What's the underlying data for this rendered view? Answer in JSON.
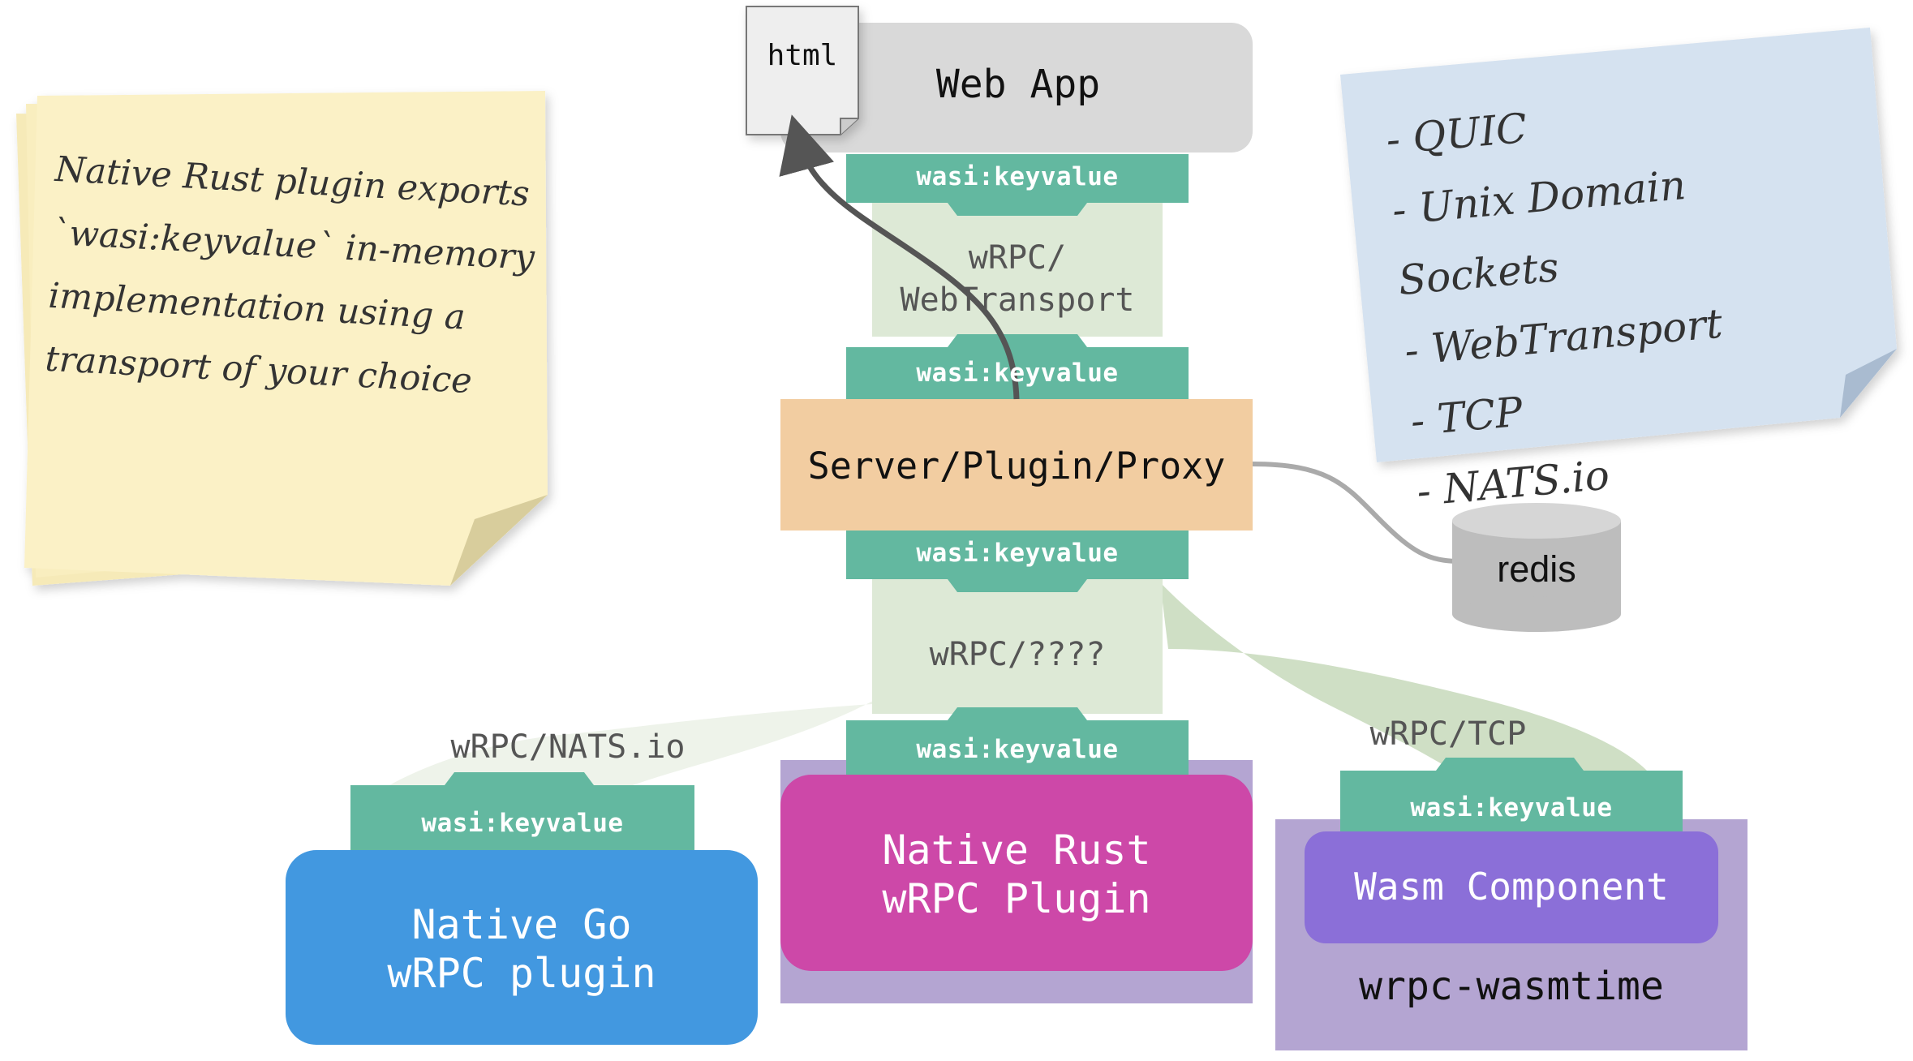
{
  "colors": {
    "teal": "#63b8a0",
    "transport": "#dde9d6",
    "webapp": "#d9d9d9",
    "server": "#f2cda1",
    "go": "#4298e0",
    "rust": "#cd48a8",
    "wasm": "#8b6fd8",
    "host": "#b4a5d2",
    "sticky_yellow": "#fbf1c6",
    "sticky_blue": "#d5e2f0",
    "redis": "#bdbdbd"
  },
  "doc": {
    "label": "html"
  },
  "web_app": {
    "label": "Web App"
  },
  "kv_label": "wasi:keyvalue",
  "transports": {
    "webtransport": [
      "wRPC/",
      "WebTransport"
    ],
    "unknown": "wRPC/????",
    "nats": "wRPC/NATS.io",
    "tcp": "wRPC/TCP"
  },
  "server": {
    "label": "Server/Plugin/Proxy"
  },
  "redis": {
    "label": "redis"
  },
  "plugins": {
    "go": [
      "Native Go",
      "wRPC plugin"
    ],
    "rust": [
      "Native Rust",
      "wRPC Plugin"
    ],
    "wasm": "Wasm Component",
    "wasm_host": "wrpc-wasmtime"
  },
  "note_left": {
    "lines": [
      "Native Rust plugin exports",
      "`wasi:keyvalue` in-memory",
      "implementation using a",
      "transport of your choice"
    ]
  },
  "note_right": {
    "lines": [
      "- QUIC",
      "- Unix Domain Sockets",
      "- WebTransport",
      "- TCP",
      "- NATS.io"
    ]
  }
}
